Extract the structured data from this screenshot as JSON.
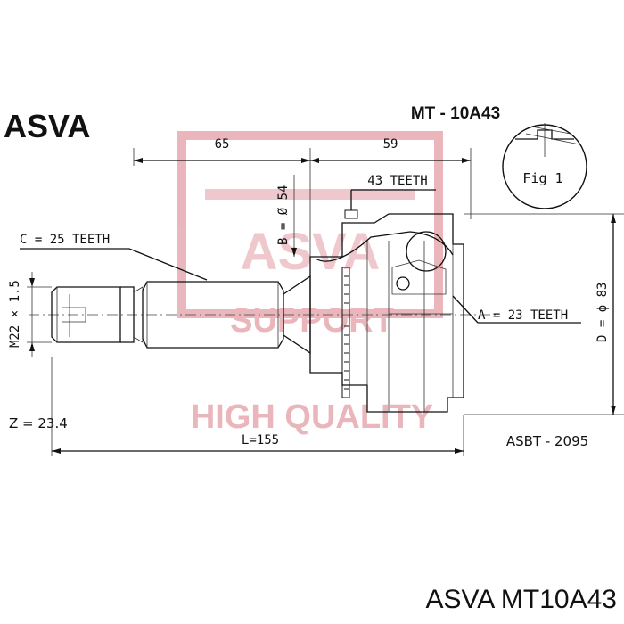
{
  "header": {
    "brand": "ASVA",
    "part_number": "MT - 10A43"
  },
  "dimensions": {
    "top_left": "65",
    "top_right": "59",
    "outer_teeth": "43 TEETH",
    "bore_b": "B = Ø 54",
    "spline_c": "C = 25 TEETH",
    "thread_m": "M22 × 1.5",
    "abs_a": "A = 23 TEETH",
    "diameter_d": "D = ϕ 83",
    "z_value": "Z = 23.4",
    "length_l": "L=155"
  },
  "fig_label": "Fig 1",
  "abs_ring": "ASBT - 2095",
  "footer": "ASVA MT10A43",
  "watermark": {
    "upper": "ASVA",
    "sub": "SUPPORT",
    "lower": "HIGH QUALITY"
  },
  "colors": {
    "ink": "#111111",
    "watermark": "#e9b3b9"
  }
}
